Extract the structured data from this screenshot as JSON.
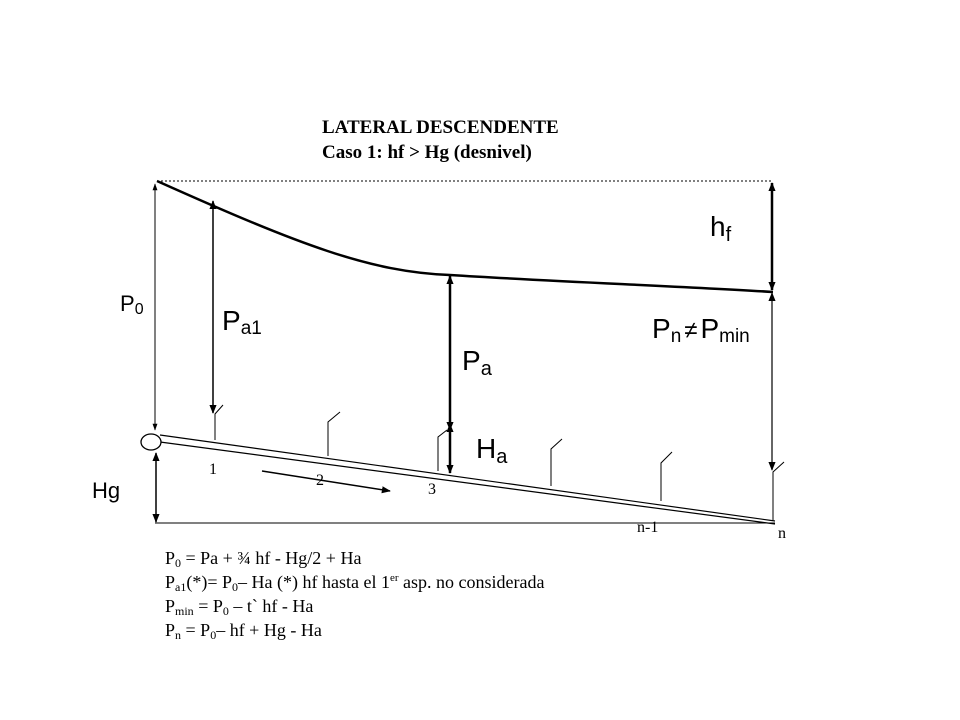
{
  "title": {
    "line1": "LATERAL DESCENDENTE",
    "line2": "Caso 1: hf > Hg (desnivel)"
  },
  "labels": {
    "p0": {
      "main": "P",
      "sub": "0"
    },
    "pa1": {
      "main": "P",
      "sub": "a1"
    },
    "pa": {
      "main": "P",
      "sub": "a"
    },
    "ha": {
      "main": "H",
      "sub": "a"
    },
    "hf": {
      "main": "h",
      "sub": "f"
    },
    "pn": {
      "main": "P",
      "sub": "n",
      "neq": "≠",
      "main2": "P",
      "sub2": "min"
    },
    "hg": "Hg"
  },
  "emitters": {
    "e1": "1",
    "e2": "2",
    "e3": "3",
    "en1": "n-1",
    "en": "n"
  },
  "equations": {
    "eq1": {
      "lhs": "P",
      "lhs_sub": "0",
      "rhs": " = Pa + ¾ hf  - Hg/2 + Ha"
    },
    "eq2": {
      "lhs": "P",
      "lhs_sub": "a1",
      "mid": "(*)= P",
      "mid_sub": "0",
      "rhs": "– Ha   (*) hf hasta el 1",
      "sup": "er",
      "tail": " asp. no considerada"
    },
    "eq3": {
      "lhs": "P",
      "lhs_sub": "min",
      "mid": " = P",
      "mid_sub": "0",
      "rhs": " – t` hf - Ha"
    },
    "eq4": {
      "lhs": "P",
      "lhs_sub": "n",
      "mid": " = P",
      "mid_sub": "0",
      "rhs": "– hf + Hg - Ha"
    }
  },
  "colors": {
    "ink": "#000000",
    "background": "#ffffff"
  }
}
